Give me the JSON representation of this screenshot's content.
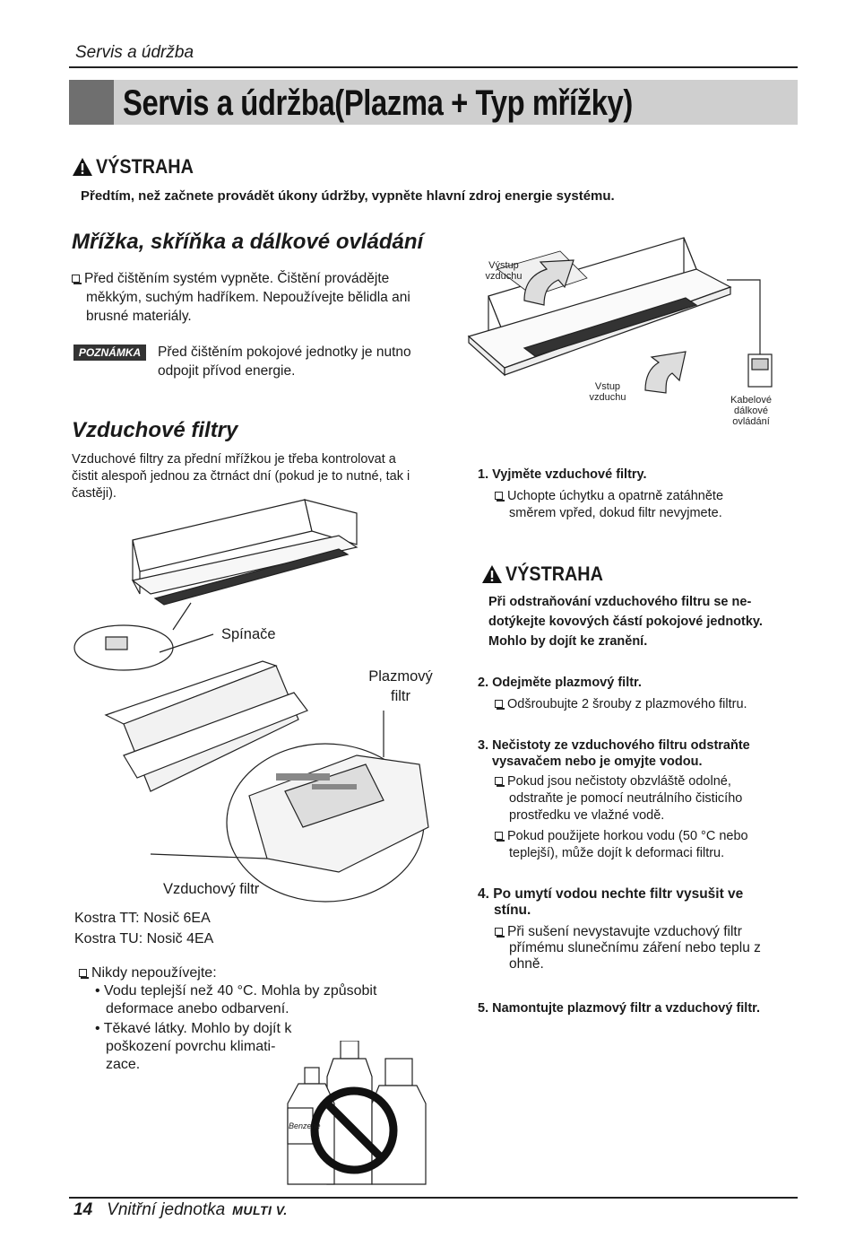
{
  "header": {
    "section": "Servis a údržba"
  },
  "title": "Servis a údržba(Plazma + Typ mřížky)",
  "warning1": {
    "heading": "VÝSTRAHA",
    "text": "Předtím, než začnete provádět úkony údržby, vypněte hlavní zdroj energie systému."
  },
  "grille": {
    "title": "Mřížka, skříňka a dálkové ovládání",
    "bullet_lines": [
      "Před čištěním systém vypněte. Čištění provádějte",
      "měkkým, suchým hadříkem. Nepoužívejte bělidla ani",
      "brusné materiály."
    ],
    "note_badge": "POZNÁMKA",
    "note_lines": [
      "Před čištěním pokojové jednotky je nutno",
      "odpojit přívod energie."
    ]
  },
  "figure_top": {
    "outlet_lines": [
      "Výstup",
      "vzduchu"
    ],
    "inlet_lines": [
      "Vstup",
      "vzduchu"
    ],
    "remote_lines": [
      "Kabelové",
      "dálkové",
      "ovládání"
    ]
  },
  "filters": {
    "title": "Vzduchové filtry",
    "intro_lines": [
      "Vzduchové filtry za přední mřížkou je třeba kontrolovat a",
      "čistit alespoň jednou za čtrnáct dní (pokud je to nutné, tak i",
      "častěji)."
    ]
  },
  "figure_left": {
    "switch_label": "Spínače",
    "plasma_lines": [
      "Plazmový",
      "filtr"
    ],
    "air_filter_label": "Vzduchový filtr"
  },
  "chassis": [
    "Kostra TT: Nosič 6EA",
    "Kostra TU: Nosič 4EA"
  ],
  "never": {
    "heading": "Nikdy nepoužívejte:",
    "item1_lines": [
      "• Vodu teplejší než 40 °C. Mohla by způsobit",
      "deformace anebo odbarvení."
    ],
    "item2_lines": [
      "• Těkavé látky. Mohlo by dojít k",
      "poškození povrchu klimati-",
      "zace."
    ],
    "bottle_label": "Benzene"
  },
  "steps": {
    "s1_title": "1. Vyjměte vzduchové filtry.",
    "s1_lines": [
      "Uchopte úchytku a opatrně zatáhněte",
      "směrem vpřed, dokud filtr nevyjmete."
    ],
    "s2_title": "2. Odejměte plazmový filtr.",
    "s2_lines": [
      "Odšroubujte 2 šrouby z plazmového filtru."
    ],
    "s3_title_lines": [
      "3. Nečistoty ze vzduchového filtru odstraňte",
      "vysavačem nebo je omyjte vodou."
    ],
    "s3a_lines": [
      "Pokud jsou nečistoty obzvláště odolné,",
      "odstraňte je pomocí neutrálního čisticího",
      "prostředku ve vlažné vodě."
    ],
    "s3b_lines": [
      "Pokud použijete horkou vodu (50 °C nebo",
      "teplejší), může dojít k deformaci filtru."
    ],
    "s4_title_lines": [
      "4. Po umytí vodou nechte filtr vysušit ve",
      "stínu."
    ],
    "s4_lines": [
      "Při sušení nevystavujte vzduchový filtr",
      "přímému slunečnímu záření nebo teplu z",
      "ohně."
    ],
    "s5_title": "5. Namontujte plazmový filtr a vzduchový filtr."
  },
  "warning2": {
    "heading": "VÝSTRAHA",
    "lines": [
      "Při odstraňování vzduchového filtru se ne-",
      "dotýkejte kovových částí pokojové jednotky.",
      "Mohlo by dojít ke zranění."
    ]
  },
  "footer": {
    "page": "14",
    "text": "Vnitřní jednotka",
    "logo": "MULTI V."
  }
}
